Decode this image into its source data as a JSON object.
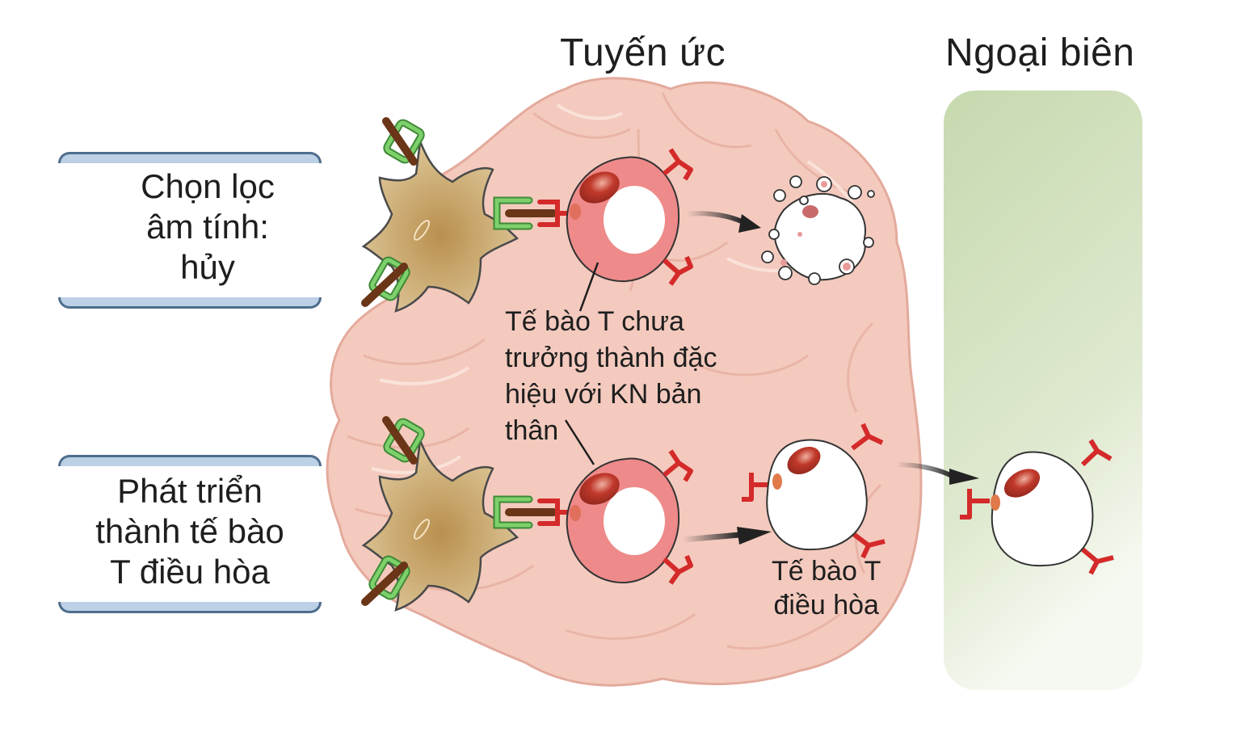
{
  "titles": {
    "thymus": "Tuyến ức",
    "periphery": "Ngoại biên"
  },
  "stages": [
    {
      "lines": [
        "Chọn lọc",
        "âm tính:",
        "hủy"
      ]
    },
    {
      "lines": [
        "Phát triển",
        "thành tế bào",
        "T điều hòa"
      ]
    }
  ],
  "labels": {
    "immature_cell": [
      "Tế bào T chưa",
      "trưởng thành đặc",
      "hiệu với KN bản",
      "thân"
    ],
    "treg_cell": [
      "Tế bào T",
      "điều hòa"
    ]
  },
  "colors": {
    "thymus_tissue": "#f3c9bd",
    "periphery_panel": "#c8dab0",
    "dendritic_cell": "#c8a56a",
    "t_cell_ring": "#ee8a8a",
    "receptor": "#d42a2a",
    "mhc": "#5cb548",
    "antigen": "#6b3518",
    "stage_bar": "#bcd0e6"
  }
}
